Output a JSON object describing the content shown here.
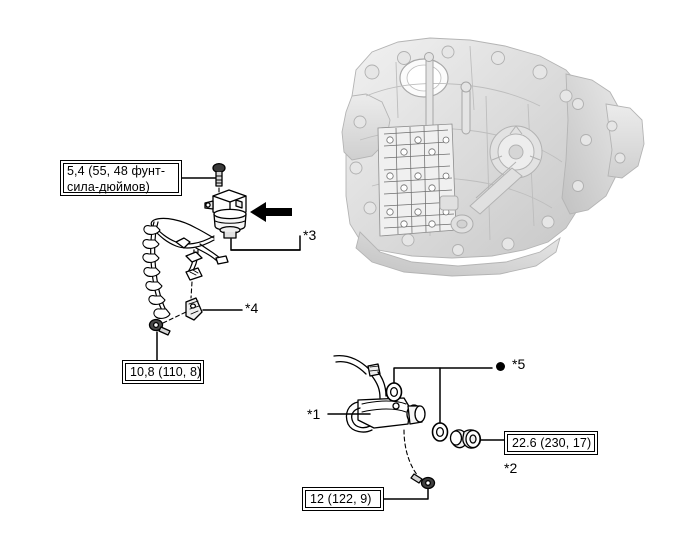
{
  "diagram": {
    "title": "Automatic transaxle oil cooler tube and wire harness assembly diagram",
    "background_color": "#ffffff",
    "line_color": "#000000",
    "shaded_part_color": "#dcdcdc"
  },
  "torque_specs": [
    {
      "id": "spec-main",
      "text": "5,4 (55, 48 фунт-сила-дюймов)",
      "value_nm": "5,4",
      "value_kgfcm": "55",
      "value_lbfin": "48",
      "unit_label": "фунт-сила-дюймов"
    },
    {
      "id": "spec-b",
      "text": "10,8 (110, 8)",
      "value_nm": "10,8",
      "value_kgfcm": "110",
      "value_lbfft": "8"
    },
    {
      "id": "spec-c",
      "text": "22.6 (230, 17)",
      "value_nm": "22.6",
      "value_kgfcm": "230",
      "value_lbfft": "17"
    },
    {
      "id": "spec-d",
      "text": "12 (122, 9)",
      "value_nm": "12",
      "value_kgfcm": "122",
      "value_lbfft": "9"
    }
  ],
  "callouts": [
    {
      "id": "callout-1",
      "label": "*1"
    },
    {
      "id": "callout-2",
      "label": "*2"
    },
    {
      "id": "callout-3",
      "label": "*3"
    },
    {
      "id": "callout-4",
      "label": "*4"
    },
    {
      "id": "callout-5",
      "label": "*5"
    }
  ],
  "parts": {
    "transaxle_case": "transmission-case-illustration",
    "wire_harness": "wire-harness-with-clips",
    "solenoid": "solenoid-connector-assembly",
    "bracket": "harness-bracket-clamp",
    "oil_cooler_tube": "oil-cooler-tube",
    "o_rings": "o-ring-pair",
    "union": "union-fitting",
    "bolts": "mounting-bolts"
  }
}
